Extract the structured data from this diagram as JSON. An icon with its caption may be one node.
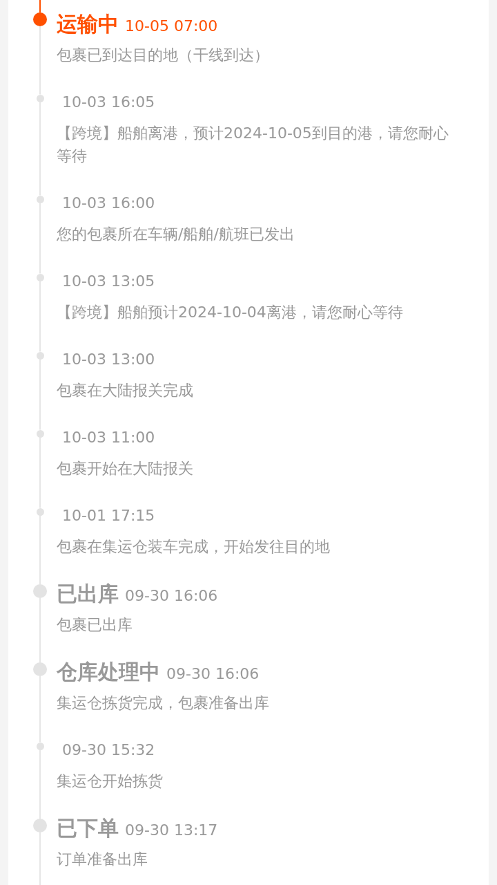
{
  "diagram": {
    "nodes": [
      {
        "text": [],
        "shape": "circle",
        "beside": [
          "运输中",
          "10-05 07:00",
          "包裹已到达目的地（干线到达）"
        ]
      },
      {
        "text": [],
        "shape": "circle",
        "beside": [
          "10-03 16:05",
          "【跨境】船舶离港，预计2024-10-05到目的港，请您耐心等待"
        ]
      },
      {
        "text": [],
        "shape": "circle",
        "beside": [
          "10-03 16:00",
          "您的包裹所在车辆/船舶/航班已发出"
        ]
      },
      {
        "text": [],
        "shape": "circle",
        "beside": [
          "10-03 13:05",
          "【跨境】船舶预计2024-10-04离港，请您耐心等待"
        ]
      },
      {
        "text": [],
        "shape": "circle",
        "beside": [
          "10-03 13:00",
          "包裹在大陆报关完成"
        ]
      },
      {
        "text": [],
        "shape": "circle",
        "beside": [
          "10-03 11:00",
          "包裹开始在大陆报关"
        ]
      },
      {
        "text": [],
        "shape": "circle",
        "beside": [
          "10-01 17:15",
          "包裹在集运仓装车完成，开始发往目的地"
        ]
      },
      {
        "text": [],
        "shape": "circle",
        "beside": [
          "已出库",
          "09-30 16:06",
          "包裹已出库"
        ]
      },
      {
        "text": [],
        "shape": "circle",
        "beside": [
          "仓库处理中",
          "09-30 16:06",
          "集运仓拣货完成，包裹准备出库"
        ]
      },
      {
        "text": [],
        "shape": "circle",
        "beside": [
          "09-30 15:32",
          "集运仓开始拣货"
        ]
      },
      {
        "text": [],
        "shape": "circle",
        "beside": [
          "已下单",
          "09-30 13:17",
          "订单准备出库"
        ]
      }
    ],
    "edges": [
      {
        "from": null,
        "to": 0,
        "arrow": "none",
        "color": "#ff5000"
      },
      {
        "from": 0,
        "to": 1,
        "arrow": "none"
      },
      {
        "from": 1,
        "to": 2,
        "arrow": "none"
      },
      {
        "from": 2,
        "to": 3,
        "arrow": "none"
      },
      {
        "from": 3,
        "to": 4,
        "arrow": "none"
      },
      {
        "from": 4,
        "to": 5,
        "arrow": "none"
      },
      {
        "from": 5,
        "to": 6,
        "arrow": "none"
      },
      {
        "from": 6,
        "to": 7,
        "arrow": "none"
      },
      {
        "from": 7,
        "to": 8,
        "arrow": "none"
      },
      {
        "from": 8,
        "to": 9,
        "arrow": "none"
      },
      {
        "from": 9,
        "to": 10,
        "arrow": "none"
      },
      {
        "from": 10,
        "to": null,
        "arrow": "none"
      }
    ]
  }
}
